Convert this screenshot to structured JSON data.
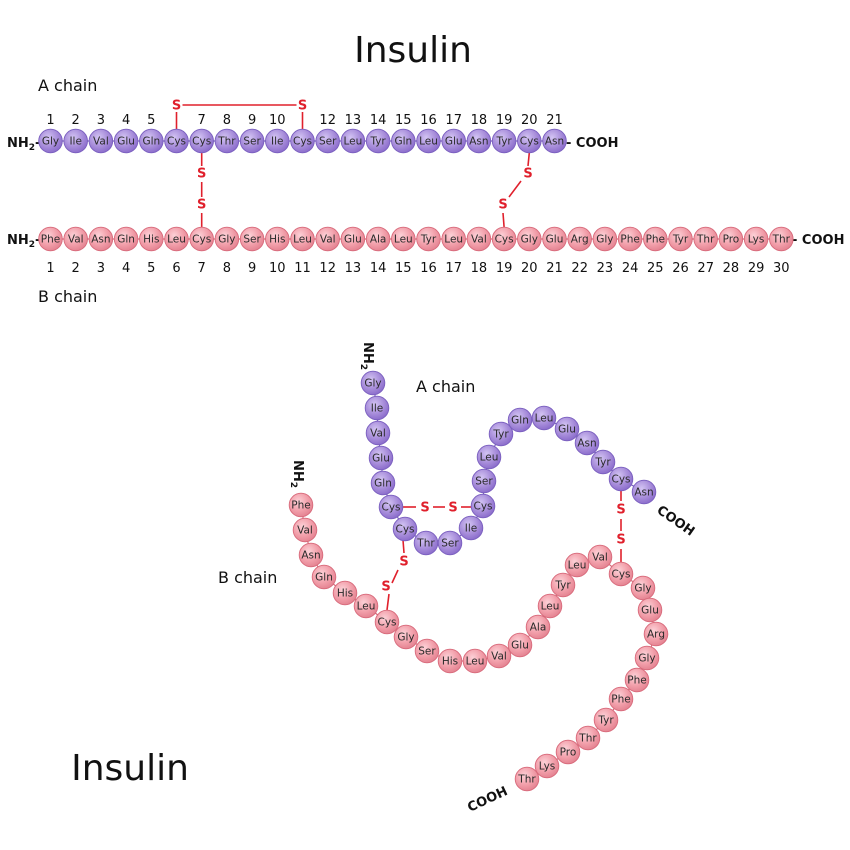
{
  "title_top": "Insulin",
  "title_bottom": "Insulin",
  "a_chain_label": "A chain",
  "b_chain_label": "B chain",
  "a_chain_label_folded": "A chain",
  "b_chain_label_folded": "B chain",
  "nh2_label": "NH",
  "nh2_sub": "2",
  "cooh_label": "COOH",
  "sulfur_label": "S",
  "a_chain": [
    "Gly",
    "Ile",
    "Val",
    "Glu",
    "Gln",
    "Cys",
    "Cys",
    "Thr",
    "Ser",
    "Ile",
    "Cys",
    "Ser",
    "Leu",
    "Tyr",
    "Gln",
    "Leu",
    "Glu",
    "Asn",
    "Tyr",
    "Cys",
    "Asn"
  ],
  "b_chain": [
    "Phe",
    "Val",
    "Asn",
    "Gln",
    "His",
    "Leu",
    "Cys",
    "Gly",
    "Ser",
    "His",
    "Leu",
    "Val",
    "Glu",
    "Ala",
    "Leu",
    "Tyr",
    "Leu",
    "Val",
    "Cys",
    "Gly",
    "Glu",
    "Arg",
    "Gly",
    "Phe",
    "Phe",
    "Tyr",
    "Thr",
    "Pro",
    "Lys",
    "Thr"
  ],
  "a_numbers_shown": [
    1,
    2,
    3,
    4,
    5,
    7,
    8,
    9,
    10,
    12,
    13,
    14,
    15,
    16,
    17,
    18,
    19,
    20,
    21
  ],
  "b_numbers_shown": [
    1,
    2,
    3,
    4,
    5,
    6,
    7,
    8,
    9,
    10,
    11,
    12,
    13,
    14,
    15,
    16,
    17,
    18,
    19,
    20,
    21,
    22,
    23,
    24,
    25,
    26,
    27,
    28,
    29,
    30
  ],
  "disulfide_bonds": [
    {
      "from": "A6",
      "to": "A11"
    },
    {
      "from": "A7",
      "to": "B7"
    },
    {
      "from": "A20",
      "to": "B19"
    }
  ],
  "colors": {
    "a_chain_fill": "#a98fdb",
    "a_chain_stroke": "#7a5fbf",
    "b_chain_fill": "#f2a0ab",
    "b_chain_stroke": "#d86a7b",
    "disulfide": "#e0202c"
  }
}
